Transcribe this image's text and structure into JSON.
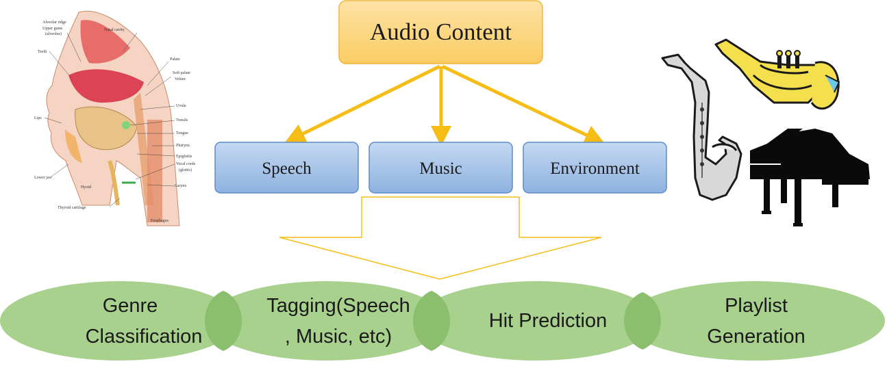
{
  "diagram": {
    "root": {
      "label": "Audio Content"
    },
    "categories": [
      {
        "label": "Speech"
      },
      {
        "label": "Music"
      },
      {
        "label": "Environment"
      }
    ],
    "applications": [
      {
        "line1": "Genre",
        "line2": "Classification"
      },
      {
        "line1": "Tagging(Speech",
        "line2": ", Music, etc)"
      },
      {
        "line1": "Hit Prediction",
        "line2": ""
      },
      {
        "line1": "Playlist",
        "line2": "Generation"
      }
    ]
  },
  "anatomy": {
    "labels": [
      "Alveolar ridge",
      "Upper gums",
      "(alveolus)",
      "Nasal cavity",
      "Teeth",
      "Palate",
      "Soft palate",
      "Velum",
      "Uvula",
      "Lips",
      "Tonsils",
      "Tongue",
      "Pharynx",
      "Epiglottis",
      "Vocal cords",
      "(glottis)",
      "Lower jaw",
      "Hyoid",
      "Larynx",
      "Thyroid cartilage",
      "Esophagus"
    ]
  },
  "colors": {
    "root_fill": "#fdd57e",
    "root_stroke": "#f0b63a",
    "box_fill": "#a9c5e8",
    "box_stroke": "#5b8bc9",
    "arrow": "#f6bd16",
    "ellipse_fill": "#a9d18e",
    "ellipse_overlap": "#8cbf6d"
  },
  "icons": [
    "speech-anatomy-illustration",
    "saxophone-icon",
    "trumpet-icon",
    "grand-piano-icon"
  ]
}
